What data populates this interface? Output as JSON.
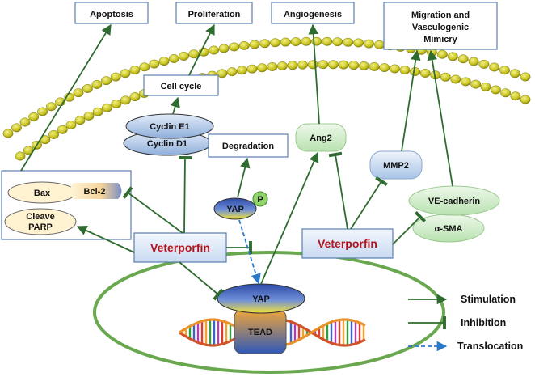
{
  "outcomes": {
    "apoptosis": "Apoptosis",
    "proliferation": "Proliferation",
    "angiogenesis": "Angiogenesis",
    "migration_line1": "Migration and",
    "migration_line2": "Vasculogenic",
    "migration_line3": "Mimicry"
  },
  "cell_cycle": "Cell cycle",
  "cyclin_e1": "Cyclin E1",
  "cyclin_d1": "Cyclin D1",
  "degradation": "Degradation",
  "phospho_label": "P",
  "yap_cytoplasm": "YAP",
  "yap_nucleus": "YAP",
  "tead": "TEAD",
  "apoptosis_proteins": {
    "bax": "Bax",
    "bcl2": "Bcl-2",
    "cleave_parp_line1": "Cleave",
    "cleave_parp_line2": "PARP"
  },
  "drug_left": "Veterporfin",
  "drug_right": "Veterporfin",
  "ang2": "Ang2",
  "mmp2": "MMP2",
  "ve_cadherin": "VE-cadherin",
  "alpha_sma": "α-SMA",
  "legend": {
    "stimulation": "Stimulation",
    "inhibition": "Inhibition",
    "translocation": "Translocation"
  },
  "colors": {
    "arrow": "#2e6b2e",
    "box_border": "#5a7fb0",
    "drug_text": "#b3141b",
    "membrane_bead": "#c8c420",
    "dashed_arrow": "#2a78c8"
  }
}
